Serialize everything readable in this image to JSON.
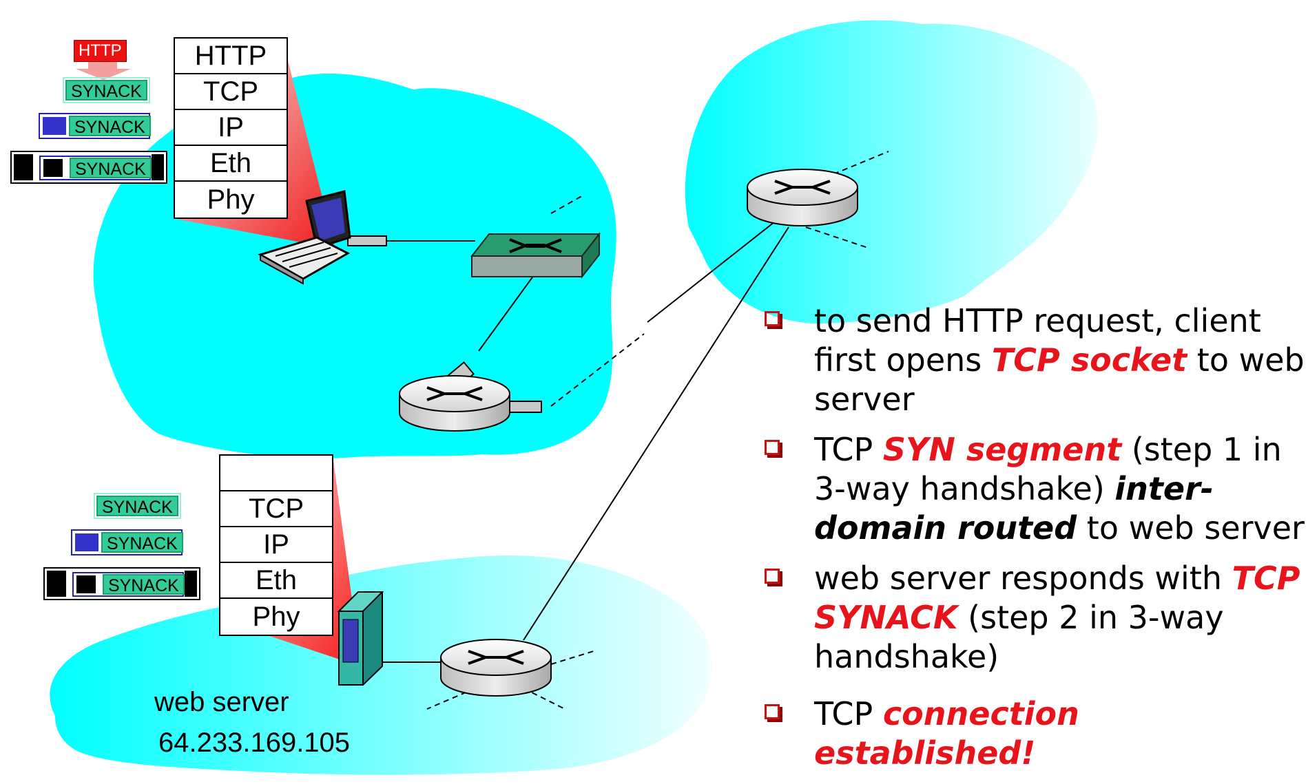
{
  "client_stack": [
    "HTTP",
    "TCP",
    "IP",
    "Eth",
    "Phy"
  ],
  "server_stack": [
    "",
    "TCP",
    "IP",
    "Eth",
    "Phy"
  ],
  "client_packets": {
    "http_label": "HTTP",
    "segment_label": "SYNACK",
    "datagram_label": "SYNACK",
    "frame_label": "SYNACK"
  },
  "server_packets": {
    "segment_label": "SYNACK",
    "datagram_label": "SYNACK",
    "frame_label": "SYNACK"
  },
  "server_name": "web server",
  "server_ip": "64.233.169.105",
  "bullets": [
    {
      "before": "to send HTTP request, client first opens ",
      "em": "TCP socket",
      "after": " to web server"
    },
    {
      "before": "TCP ",
      "em": "SYN segment",
      "mid": " (step 1 in 3-way handshake) ",
      "em2": "inter-domain routed",
      "after": " to web server"
    },
    {
      "before": "web server responds with ",
      "em": "TCP SYNACK",
      "after": " (step 2 in 3-way handshake)"
    },
    {
      "before": "TCP ",
      "em": "connection established!",
      "after": ""
    }
  ],
  "colors": {
    "cloud": "#00ffff",
    "highlight_red": "#e8141c",
    "switch_green": "#2a9d6f"
  }
}
